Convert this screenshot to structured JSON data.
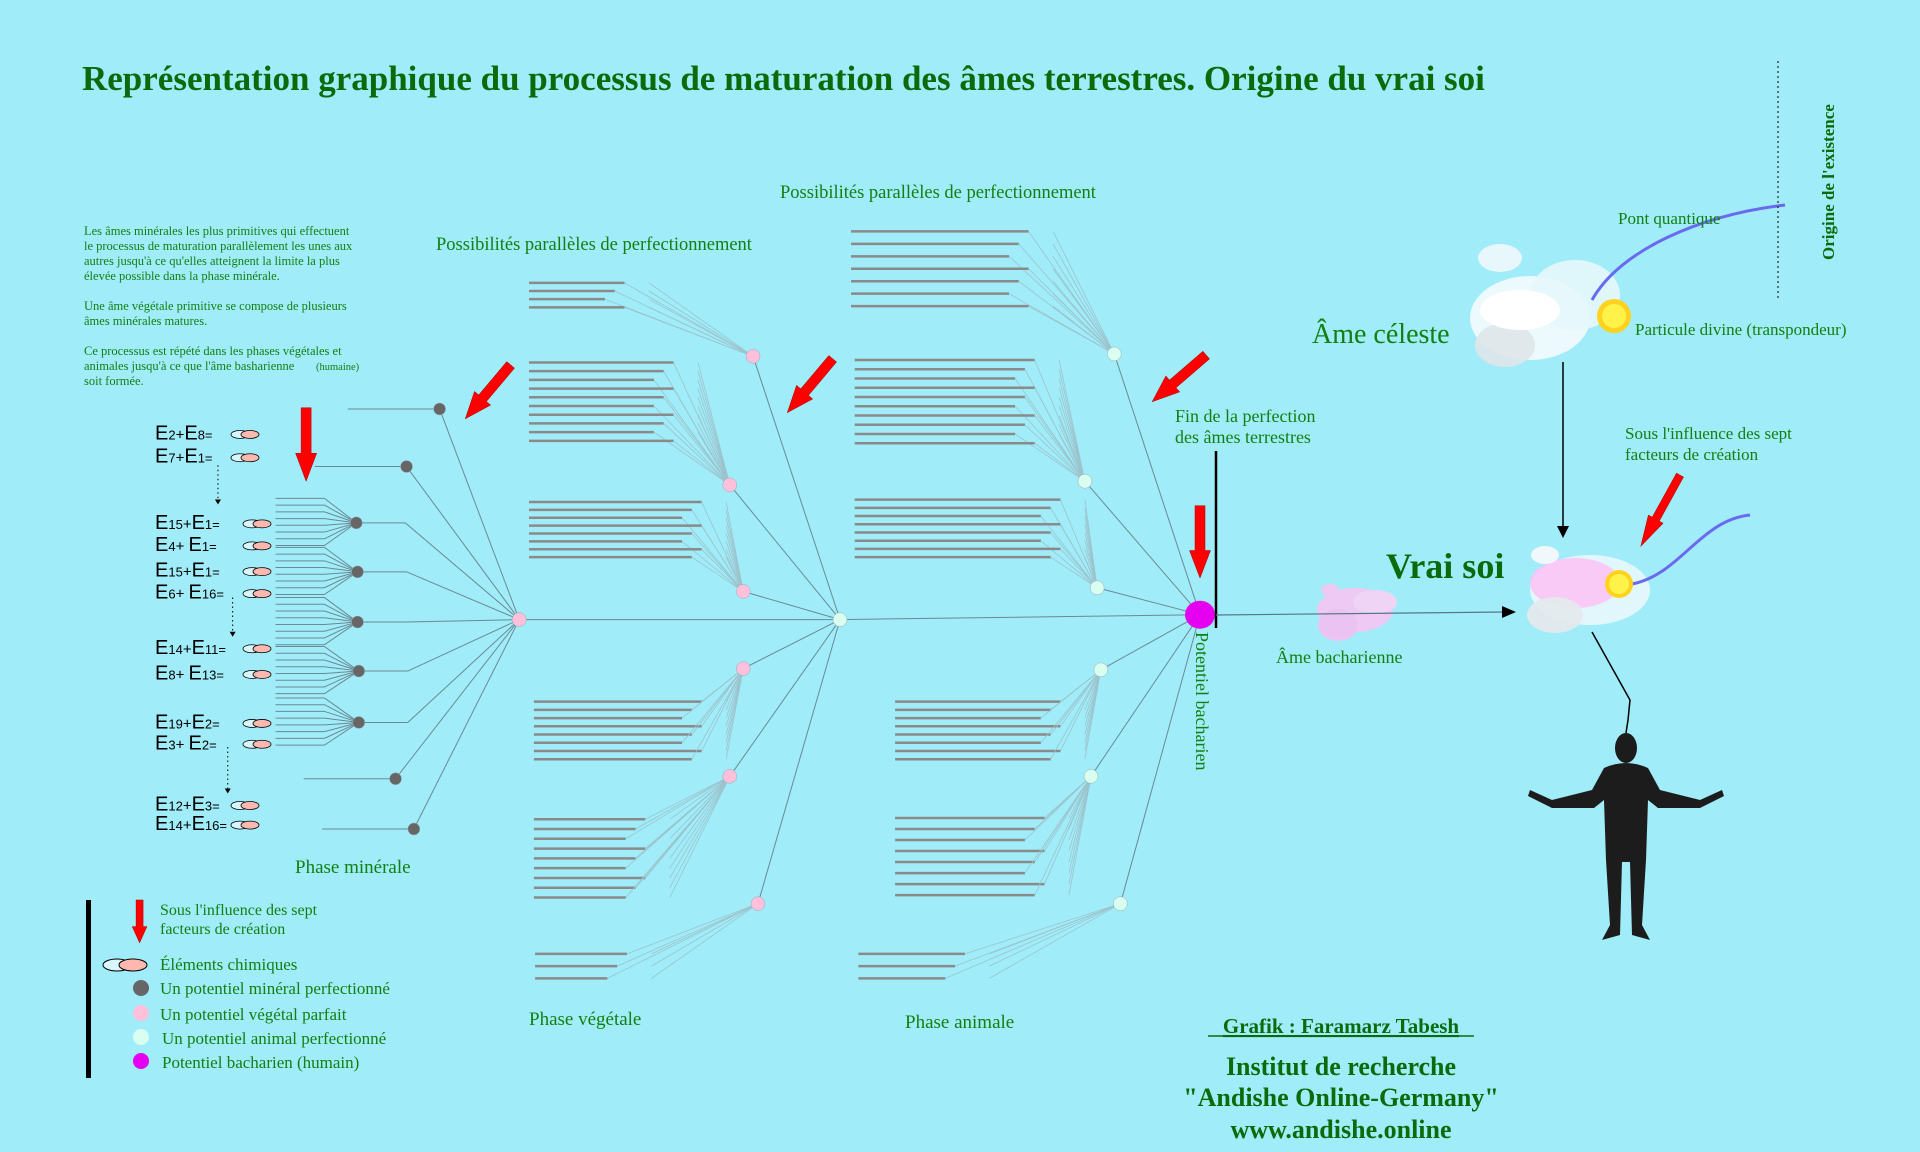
{
  "title": "Représentation graphique du processus de maturation des âmes terrestres. Origine du vrai soi",
  "intro": [
    "Les âmes minérales les plus primitives qui effectuent",
    "le processus de maturation parallèlement les unes aux",
    "autres jusqu'à ce qu'elles atteignent la limite la plus",
    "élevée possible dans la phase minérale.",
    "Une âme végétale primitive se compose de plusieurs",
    "âmes minérales matures.",
    "Ce processus est répété dans les phases végétales et",
    "animales jusqu'à ce que l'âme basharienne",
    "(humaine)",
    "soit formée."
  ],
  "parallel_label_1": "Possibilités parallèles de perfectionnement",
  "parallel_label_2": "Possibilités parallèles de perfectionnement",
  "phases": {
    "mineral": "Phase minérale",
    "vegetal": "Phase végétale",
    "animal": "Phase animale"
  },
  "elements": {
    "symbol": "E",
    "equals": "=",
    "items": [
      {
        "a": "2",
        "op": "+",
        "b": "8"
      },
      {
        "a": "7",
        "op": "+",
        "b": "1"
      },
      {
        "a": "15",
        "op": "+",
        "b": "1"
      },
      {
        "a": "4",
        "op": "+ ",
        "b": "1"
      },
      {
        "a": "15",
        "op": "+",
        "b": "1"
      },
      {
        "a": "6",
        "op": "+ ",
        "b": "16"
      },
      {
        "a": "14",
        "op": "+",
        "b": "11"
      },
      {
        "a": "8",
        "op": "+ ",
        "b": "13"
      },
      {
        "a": "19",
        "op": "+",
        "b": "2"
      },
      {
        "a": "3",
        "op": "+ ",
        "b": "2"
      },
      {
        "a": "12",
        "op": "+",
        "b": "3"
      },
      {
        "a": "14",
        "op": "+",
        "b": "16"
      }
    ]
  },
  "end_perfection": [
    "Fin de la perfection",
    "des âmes terrestres"
  ],
  "potentiel_bacharien": "Potentiel bacharien",
  "ame_bacharienne": "Âme bacharienne",
  "vrai_soi": "Vrai soi",
  "ame_celeste": "Âme céleste",
  "pont_quantique": "Pont quantique",
  "particule_divine": "Particule divine (transpondeur)",
  "origine_existence": "Origine de l'existence",
  "influence_right": [
    "Sous l'influence des sept",
    "facteurs de création"
  ],
  "legend": {
    "influence": [
      "Sous l'influence des sept",
      "facteurs de création"
    ],
    "items": [
      {
        "label": "Éléments chimiques"
      },
      {
        "label": "Un potentiel minéral perfectionné",
        "color": "#666666"
      },
      {
        "label": "Un potentiel végétal parfait",
        "color": "#ffc0dc"
      },
      {
        "label": "Un potentiel animal perfectionné",
        "color": "#d8fff0"
      },
      {
        "label": "Potentiel bacharien (humain)",
        "color": "#e600f0"
      }
    ]
  },
  "credits": {
    "author": "Grafik : Faramarz Tabesh",
    "institute": "Institut de recherche",
    "org": "\"Andishe Online-Germany\"",
    "url": "www.andishe.online"
  },
  "colors": {
    "background": "#a0ecf9",
    "text_green": "#127f12",
    "arrow_red": "#ff0000",
    "mineral": "#666666",
    "vegetal": "#ffc0dc",
    "animal": "#d8fff0",
    "human": "#e600f0"
  }
}
